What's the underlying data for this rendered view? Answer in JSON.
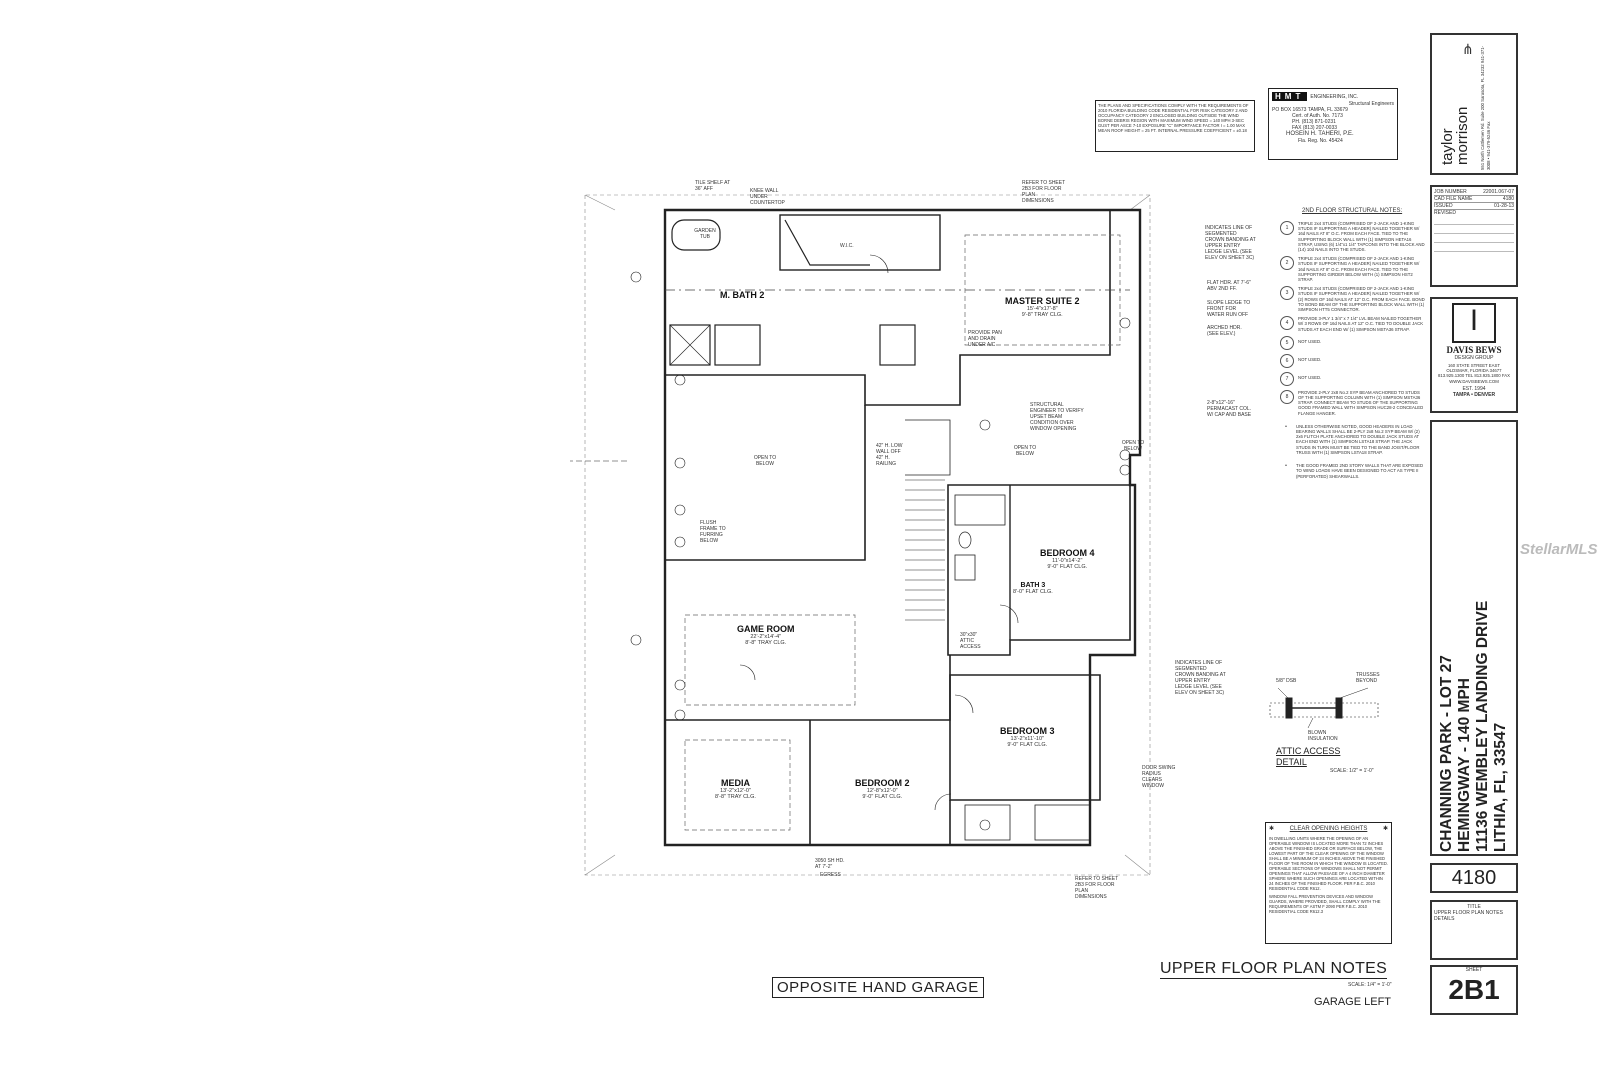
{
  "engineer": {
    "logo": "HMT",
    "firm": "ENGINEERING, INC.",
    "subtitle": "Structural Engineers",
    "address": "PO BOX 16573  TAMPA, FL 33679",
    "cert": "Cert. of Auth. No. 7173",
    "phone": "PH. (813) 871-0231",
    "fax": "FAX (813) 207-0033",
    "engineer_name": "HOSEIN H. TAHERI, P.E.",
    "reg": "Fla. Reg. No. 45424"
  },
  "compliance_note": "THE PLANS AND SPECIFICATIONS COMPLY WITH THE REQUIREMENTS OF 2010 FLORIDA BUILDING CODE RESIDENTIAL FOR RISK CATEGORY 2 AND OCCUPANCY CATEGORY 2 ENCLOSED BUILDING OUTSIDE THE WIND BORNE DEBRIS REGION WITH MAXIMUM WIND SPEED = 140 MPH 3-SEC GUST PER ASCE 7-10 EXPOSURE \"C\" IMPORTANCE FACTOR I = 1.00 MAX MEAN ROOF HEIGHT = 25 FT. INTERNAL PRESSURE COEFFICIENT = ±0.18",
  "rooms": {
    "master_bath": "M. BATH 2",
    "master_suite": "MASTER SUITE 2",
    "master_suite_dims": "15'-4\"x17'-8\"",
    "master_suite_clg": "9'-8\" TRAY CLG.",
    "open_below_1": "OPEN TO BELOW",
    "open_below_2": "OPEN TO BELOW",
    "open_below_3": "OPEN TO BELOW",
    "bedroom4": "BEDROOM 4",
    "bedroom4_dims": "11'-0\"x14'-2\"",
    "bedroom4_clg": "9'-0\" FLAT CLG.",
    "bath3": "BATH 3",
    "bath3_clg": "8'-0\" FLAT CLG.",
    "game_room": "GAME ROOM",
    "game_room_dims": "22'-2\"x14'-4\"",
    "game_room_clg": "8'-8\" TRAY CLG.",
    "bedroom3": "BEDROOM 3",
    "bedroom3_dims": "13'-2\"x11'-10\"",
    "bedroom3_clg": "9'-0\" FLAT CLG.",
    "media": "MEDIA",
    "media_dims": "13'-2\"x12'-0\"",
    "media_clg": "8'-8\" TRAY CLG.",
    "bedroom2": "BEDROOM 2",
    "bedroom2_dims": "12'-8\"x12'-0\"",
    "bedroom2_clg": "9'-0\" FLAT CLG.",
    "garden_tub": "GARDEN TUB",
    "wic": "W.I.C."
  },
  "callouts": {
    "refer_top": "REFER TO SHEET 2B3 FOR FLOOR PLAN DIMENSIONS",
    "refer_bottom": "REFER TO SHEET 2B3 FOR FLOOR PLAN DIMENSIONS",
    "structural_engineer": "STRUCTURAL ENGINEER TO VERIFY UPSET BEAM CONDITION OVER WINDOW OPENING",
    "provide_pan": "PROVIDE PAN AND DRAIN UNDER A/C",
    "knee_wall": "KNEE WALL UNDER COUNTERTOP",
    "tile_shelf": "TILE SHELF AT 36\" AFF",
    "door_swing": "DOOR SWING RADIUS CLEARS WINDOW",
    "attic_access": "30\"x30\" ATTIC ACCESS",
    "railing": "42\" H. LOW WALL OFF 42\" H. RAILING",
    "flush_frame": "FLUSH FRAME TO FURRING BELOW",
    "indicates_line_top": "INDICATES LINE OF SEGMENTED CROWN BANDING AT UPPER ENTRY LEDGE LEVEL (SEE ELEV ON SHEET 3C)",
    "indicates_line_bottom": "INDICATES LINE OF SEGMENTED CROWN BANDING AT UPPER ENTRY LEDGE LEVEL (SEE ELEV ON SHEET 3C)",
    "flat_hdr": "FLAT HDR. AT 7'-6\" ABV 2ND FF.",
    "slope_ledge": "SLOPE LEDGE TO FRONT FOR WATER RUN OFF",
    "arched_hdr": "ARCHED HDR. (SEE ELEV.)",
    "permacast": "2-8\"x12\"-16\" PERMACAST COL. W/ CAP AND BASE",
    "window_egress": "3050 SH HD. AT 7'-2\"",
    "egress": "EGRESS"
  },
  "structural_notes": {
    "title": "2ND FLOOR STRUCTURAL NOTES:",
    "items": [
      {
        "num": "1",
        "text": "TRIPLE 2x4 STUDS (COMPRISED OF 2-JACK AND 1-KING STUDS IF SUPPORTING A HEADER) NAILED TOGETHER W/ 16d NAILS AT 8\" O.C. FROM EACH FACE. TIED TO THE SUPPORTING BLOCK WALL WITH (1) SIMPSON HETA16 STRAP, USING (6) 1/4\"x1 1/4\" TAPCONS INTO THE BLOCK AND (14) 10d NAILS INTO THE STUDS."
      },
      {
        "num": "2",
        "text": "TRIPLE 2x4 STUDS (COMPRISED OF 2-JACK AND 1-KING STUDS IF SUPPORTING A HEADER) NAILED TOGETHER W/ 16d NAILS AT 8\" O.C. FROM EACH FACE. TIED TO THE SUPPORTING GIRDER BELOW WITH (1) SIMPSON HST2 STRAP."
      },
      {
        "num": "3",
        "text": "TRIPLE 2x4 STUDS (COMPRISED OF 2-JACK AND 1-KING STUDS IF SUPPORTING A HEADER) NAILED TOGETHER W/ (2) ROWS OF 16d NAILS AT 12\" O.C. FROM EACH FACE. BOND TO BOND BEAM OF THE SUPPORTING BLOCK WALL WITH (1) SIMPSON HTT5 CONNECTOR."
      },
      {
        "num": "4",
        "text": "PROVIDE 3-PLY 1 3/4\" x 7 1/4\" LVL BEAM NAILED TOGETHER W/ 3 ROWS OF 16d NAILS AT 12\" O.C. TIED TO DOUBLE JACK STUDS AT EACH END W/ (1) SIMPSON MSTA36 STRAP."
      },
      {
        "num": "5",
        "text": "NOT USED."
      },
      {
        "num": "6",
        "text": "NOT USED."
      },
      {
        "num": "7",
        "text": "NOT USED."
      },
      {
        "num": "8",
        "text": "PROVIDE 2-PLY 2x8 No.2 SYP BEAM ANCHORED TO STUDS OF THE SUPPORTING COLUMN WITH (1) SIMPSON MSTA36 STRAP. CONNECT BEAM TO STUDS OF THE SUPPORTING GOOD FRAMED WALL WITH SIMPSON HUC28-2 CONCEALED FLANGE HANGER."
      },
      {
        "num": "•",
        "text": "UNLESS OTHERWISE NOTED, GOOD HEADERS IN LOAD BEARING WALLS SHALL BE 2-PLY 2x8 No.2 SYP BEAM W/ (2) 2x6 FLITCH PLATE ANCHORED TO DOUBLE JACK STUDS AT EACH END WITH (1) SIMPSON LSTA18 STRAP. THE JACK STUDS IN TURN MUST BE TIED TO THE BAND JOIST/FLOOR TRUSS WITH (1) SIMPSON LSTA18 STRAP."
      },
      {
        "num": "•",
        "text": "THE GOOD FRAMED 2ND STORY WALLS THAT ARE EXPOSED TO WIND LOADS HAVE BEEN DESIGNED TO ACT AS TYPE II (PERFORATED) SHEARWALLS."
      }
    ]
  },
  "clear_opening": {
    "title": "CLEAR OPENING HEIGHTS",
    "text": "IN DWELLING UNITS WHERE THE OPENING OF AN OPERABLE WINDOW IS LOCATED MORE THAN 72 INCHES ABOVE THE FINISHED GRADE OR SURFACE BELOW, THE LOWEST PART OF THE CLEAR OPENING OF THE WINDOW SHALL BE A MINIMUM OF 24 INCHES ABOVE THE FINISHED FLOOR OF THE ROOM IN WHICH THE WINDOW IS LOCATED. OPERABLE SECTIONS OF WINDOWS SHALL NOT PERMIT OPENINGS THAT ALLOW PASSAGE OF A 4 INCH DIAMETER SPHERE WHERE SUCH OPENINGS ARE LOCATED WITHIN 24 INCHES OF THE FINISHED FLOOR. PER F.B.C. 2010 RESIDENTIAL CODE R612.",
    "text2": "WINDOW FALL PREVENTION DEVICES AND WINDOW GUARDS, WHERE PROVIDED, SHALL COMPLY WITH THE REQUIREMENTS OF ASTM F 2090 PER F.B.C. 2010 RESIDENTIAL CODE R612.3"
  },
  "attic_detail": {
    "title1": "ATTIC ACCESS",
    "title2": "DETAIL",
    "scale": "SCALE: 1/2\" = 1'-0\"",
    "label_trusses": "TRUSSES BEYOND",
    "label_blown": "BLOWN INSULATION",
    "label_ceiling": "5/8\" DSB"
  },
  "sheet": {
    "opposite_hand": "OPPOSITE HAND GARAGE",
    "title": "UPPER FLOOR PLAN NOTES",
    "scale": "SCALE: 1/4\" = 1'-0\"",
    "garage": "GARAGE LEFT",
    "sheet_label": "SHEET",
    "sheet_number": "2B1",
    "plan_number": "4180",
    "title_label": "TITLE",
    "title_box": "UPPER FLOOR PLAN NOTES DETAILS"
  },
  "titleblock": {
    "builder_line1": "taylor",
    "builder_line2": "morrison",
    "builder_address": "551 North Cattlemen Rd. Suite 200 Sarasota, FL 34232 941-371-3008 • 941-379-5246 Fax",
    "job_label": "JOB NUMBER",
    "job_number": "22001.067-07",
    "cad_label": "CAD FILE NAME",
    "cad_value": "4180",
    "issued_label": "ISSUED",
    "issued_value": "01-28-13",
    "revised_label": "REVISED",
    "designer_name": "DAVIS BEWS",
    "designer_sub": "DESIGN GROUP",
    "designer_addr": "160 STATE STREET EAST OLDSMAR, FLORIDA 34677 813.925.1300 TEL 813.925.1800 FAX WWW.DAVISBEWS.COM",
    "designer_est": "EST. 1994",
    "designer_cities": "TAMPA • DENVER",
    "project_line1": "CHANNING PARK - LOT 27",
    "project_line2": "HEMINGWAY - 140 MPH",
    "project_line3": "11136 WEMBLEY LANDING DRIVE",
    "project_line4": "LITHIA, FL, 33547"
  },
  "watermark": "StellarMLS"
}
